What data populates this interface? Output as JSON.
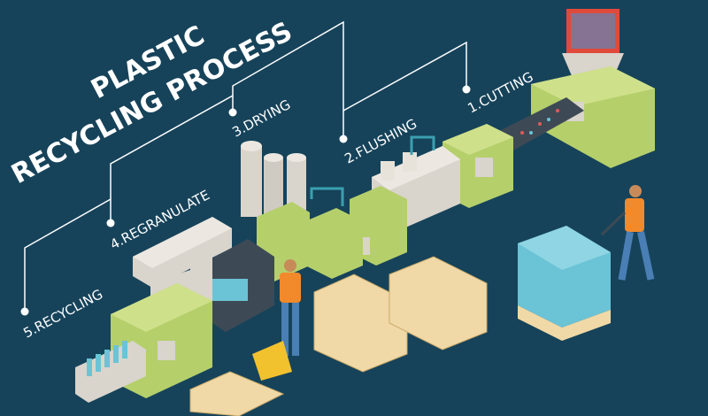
{
  "title": {
    "line1": "PLASTIC",
    "line2": "RECYCLING PROCESS"
  },
  "steps": [
    {
      "label": "1.CUTTING"
    },
    {
      "label": "2.FLUSHING"
    },
    {
      "label": "3.DRYING"
    },
    {
      "label": "4.REGRANULATE"
    },
    {
      "label": "5.RECYCLING"
    }
  ],
  "colors": {
    "background": "#16435a",
    "machine_green": "#b5cf6b",
    "machine_grey": "#d9d4cc",
    "pallet": "#f0d9a6",
    "bottle": "#6bc3d6",
    "worker_vest": "#f28a2b"
  }
}
